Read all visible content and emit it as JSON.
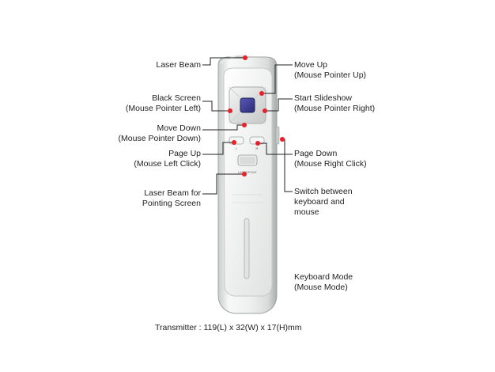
{
  "labels_left": [
    {
      "id": "laser-beam",
      "lines": [
        "Laser Beam"
      ]
    },
    {
      "id": "black-screen",
      "lines": [
        "Black Screen",
        "(Mouse Pointer Left)"
      ]
    },
    {
      "id": "move-down",
      "lines": [
        "Move Down",
        "(Mouse Pointer Down)"
      ]
    },
    {
      "id": "page-up",
      "lines": [
        "Page Up",
        "(Mouse Left Click)"
      ]
    },
    {
      "id": "laser-pointing",
      "lines": [
        "Laser Beam for",
        "Pointing Screen"
      ]
    }
  ],
  "labels_right": [
    {
      "id": "move-up",
      "lines": [
        "Move Up",
        "(Mouse Pointer Up)"
      ]
    },
    {
      "id": "start-slideshow",
      "lines": [
        "Start Slideshow",
        "(Mouse Pointer Right)"
      ]
    },
    {
      "id": "page-down",
      "lines": [
        "Page Down",
        "(Mouse Right Click)"
      ]
    },
    {
      "id": "switch-mode",
      "lines": [
        "Switch between",
        "keyboard and",
        "mouse"
      ]
    },
    {
      "id": "keyboard-mode",
      "lines": [
        "Keyboard Mode",
        "(Mouse Mode)"
      ]
    }
  ],
  "device": {
    "button_left_text": "L",
    "button_right_text": "R",
    "laser_button_text": "LASER/POINT"
  },
  "footer": "Transmitter : 119(L) x 32(W) x 17(H)mm",
  "colors": {
    "dot": "#e8202a",
    "center_button": "#3b3b9a",
    "body_light": "#f1f3f2",
    "body_shadow": "#bfc3c1"
  }
}
